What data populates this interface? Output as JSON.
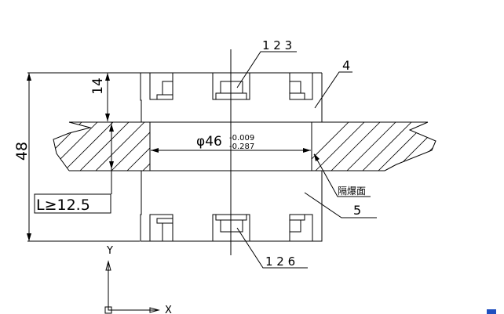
{
  "drawing": {
    "dim_overall": "48",
    "dim_top": "14",
    "dim_length": "L≥12.5",
    "dim_diameter": "φ46",
    "tol_upper": "-0.009",
    "tol_lower": "-0.287",
    "labels": {
      "part_123": "1 2 3",
      "part_4": "4",
      "flameproof_surface": "隔爆面",
      "part_5": "5",
      "part_126": "1 2 6"
    },
    "ucs": {
      "x_label": "X",
      "y_label": "Y"
    }
  },
  "colors": {
    "line": "#000000",
    "selection": "#1f4fbf"
  }
}
